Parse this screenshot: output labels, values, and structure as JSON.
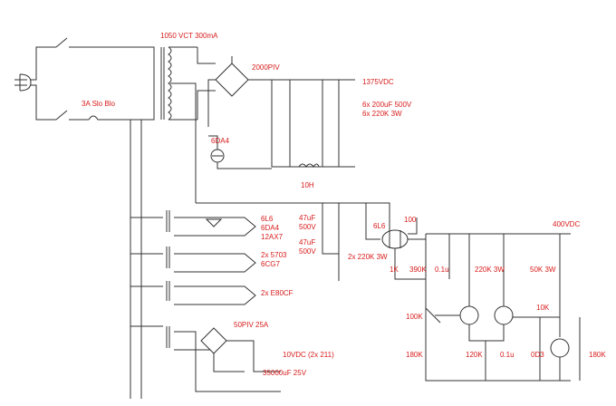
{
  "labels": {
    "transformer_main": "1050 VCT 300mA",
    "fuse": "3A Slo Blo",
    "bridge": "2000PIV",
    "output_hv": "1375VDC",
    "cap_bank_1": "6x 200uF 500V",
    "cap_bank_2": "6x 220K 3W",
    "rect_tube": "6DA4",
    "choke": "10H",
    "cap_47_a": "47uF",
    "v500_a": "500V",
    "cap_47_b": "47uF",
    "v500_b": "500V",
    "res_220k_pair": "2x 220K 3W",
    "tube_6l6": "6L6",
    "res_100": "100",
    "output_400": "400VDC",
    "fil1_a": "6L6",
    "fil1_b": "6DA4",
    "fil1_c": "12AX7",
    "fil2_a": "2x 5703",
    "fil2_b": "6CG7",
    "fil3": "2x E80CF",
    "res_1k": "1K",
    "res_390k": "390K",
    "cap_01": "0.1u",
    "res_220k_3w": "220K 3W",
    "res_50k_3w": "50K 3W",
    "res_10k": "10K",
    "pot_100k": "100K",
    "bridge_lv": "50PIV 25A",
    "output_lv": "10VDC (2x 211)",
    "cap_35000": "35000uF 25V",
    "res_180k_a": "180K",
    "res_120k": "120K",
    "cap_01_b": "0.1u",
    "tube_0d3": "0D3",
    "res_180k_b": "180K"
  }
}
